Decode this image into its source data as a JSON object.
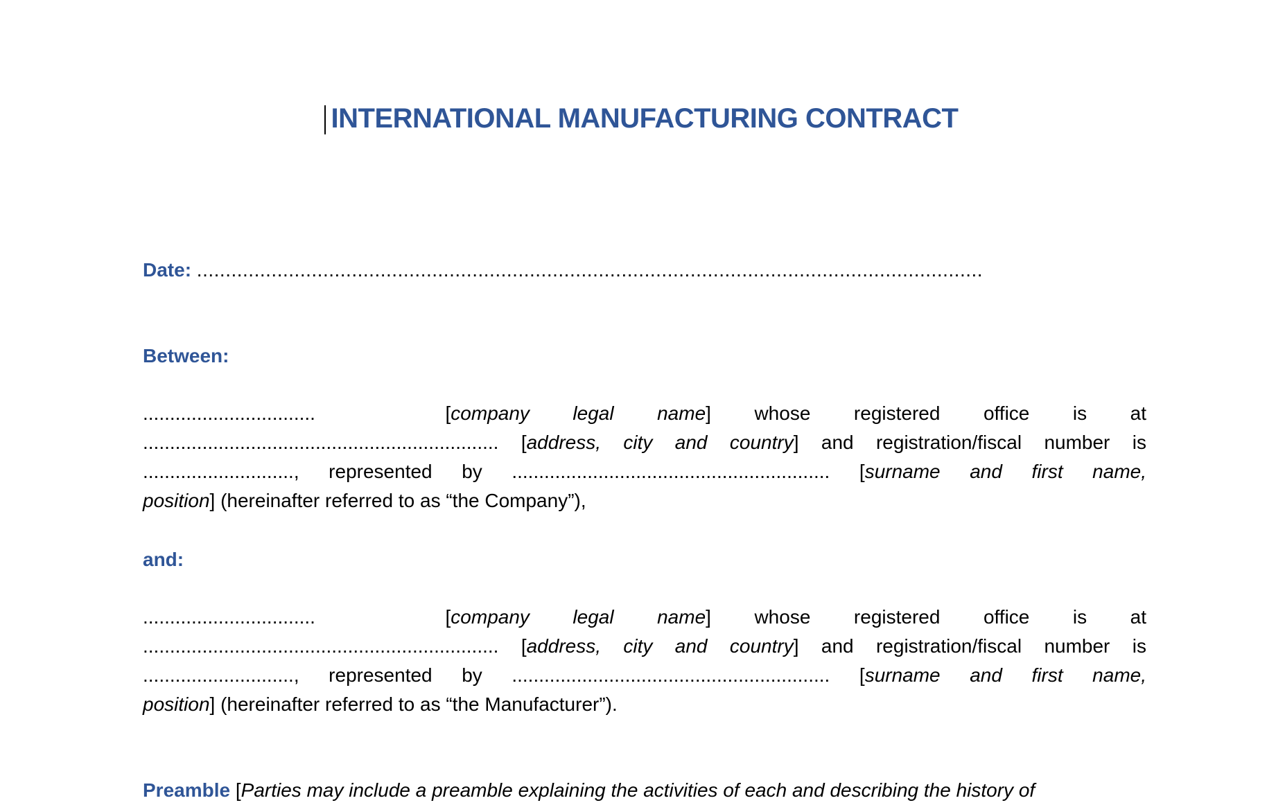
{
  "document": {
    "title": "INTERNATIONAL MANUFACTURING CONTRACT",
    "accent_color": "#2f5597",
    "date": {
      "label": "Date:",
      "placeholder_dots": "........................................................................................................................................."
    },
    "between_label": "Between:",
    "party1": {
      "lines": [
        {
          "dots": "................................",
          "seg1": "[",
          "seg1_it": "company legal name",
          "seg2": "] whose registered office is at"
        },
        {
          "dots": "..................................................................",
          "seg1": " [",
          "seg1_it": "address, city and country",
          "seg2": "] and registration/fiscal number is"
        },
        {
          "dots": "............................,",
          "seg1": " represented by ........................................................... [",
          "seg1_it": "surname and first name,",
          "seg2": ""
        },
        {
          "dots": "",
          "seg1": "",
          "seg1_it": "position",
          "seg2": "] (hereinafter referred to as “the Company”),"
        }
      ]
    },
    "and_label": "and:",
    "party2": {
      "lines": [
        {
          "dots": "................................",
          "seg1": "[",
          "seg1_it": "company legal name",
          "seg2": "] whose registered office is at"
        },
        {
          "dots": "..................................................................",
          "seg1": " [",
          "seg1_it": "address, city and country",
          "seg2": "] and registration/fiscal number is"
        },
        {
          "dots": "............................,",
          "seg1": " represented by ........................................................... [",
          "seg1_it": "surname and first name,",
          "seg2": ""
        },
        {
          "dots": "",
          "seg1": "",
          "seg1_it": "position",
          "seg2": "] (hereinafter referred to as “the Manufacturer”)."
        }
      ]
    },
    "preamble": {
      "label": "Preamble",
      "bracket": " [",
      "text_it": "Parties may include a preamble explaining the activities of each and describing the history of"
    }
  }
}
